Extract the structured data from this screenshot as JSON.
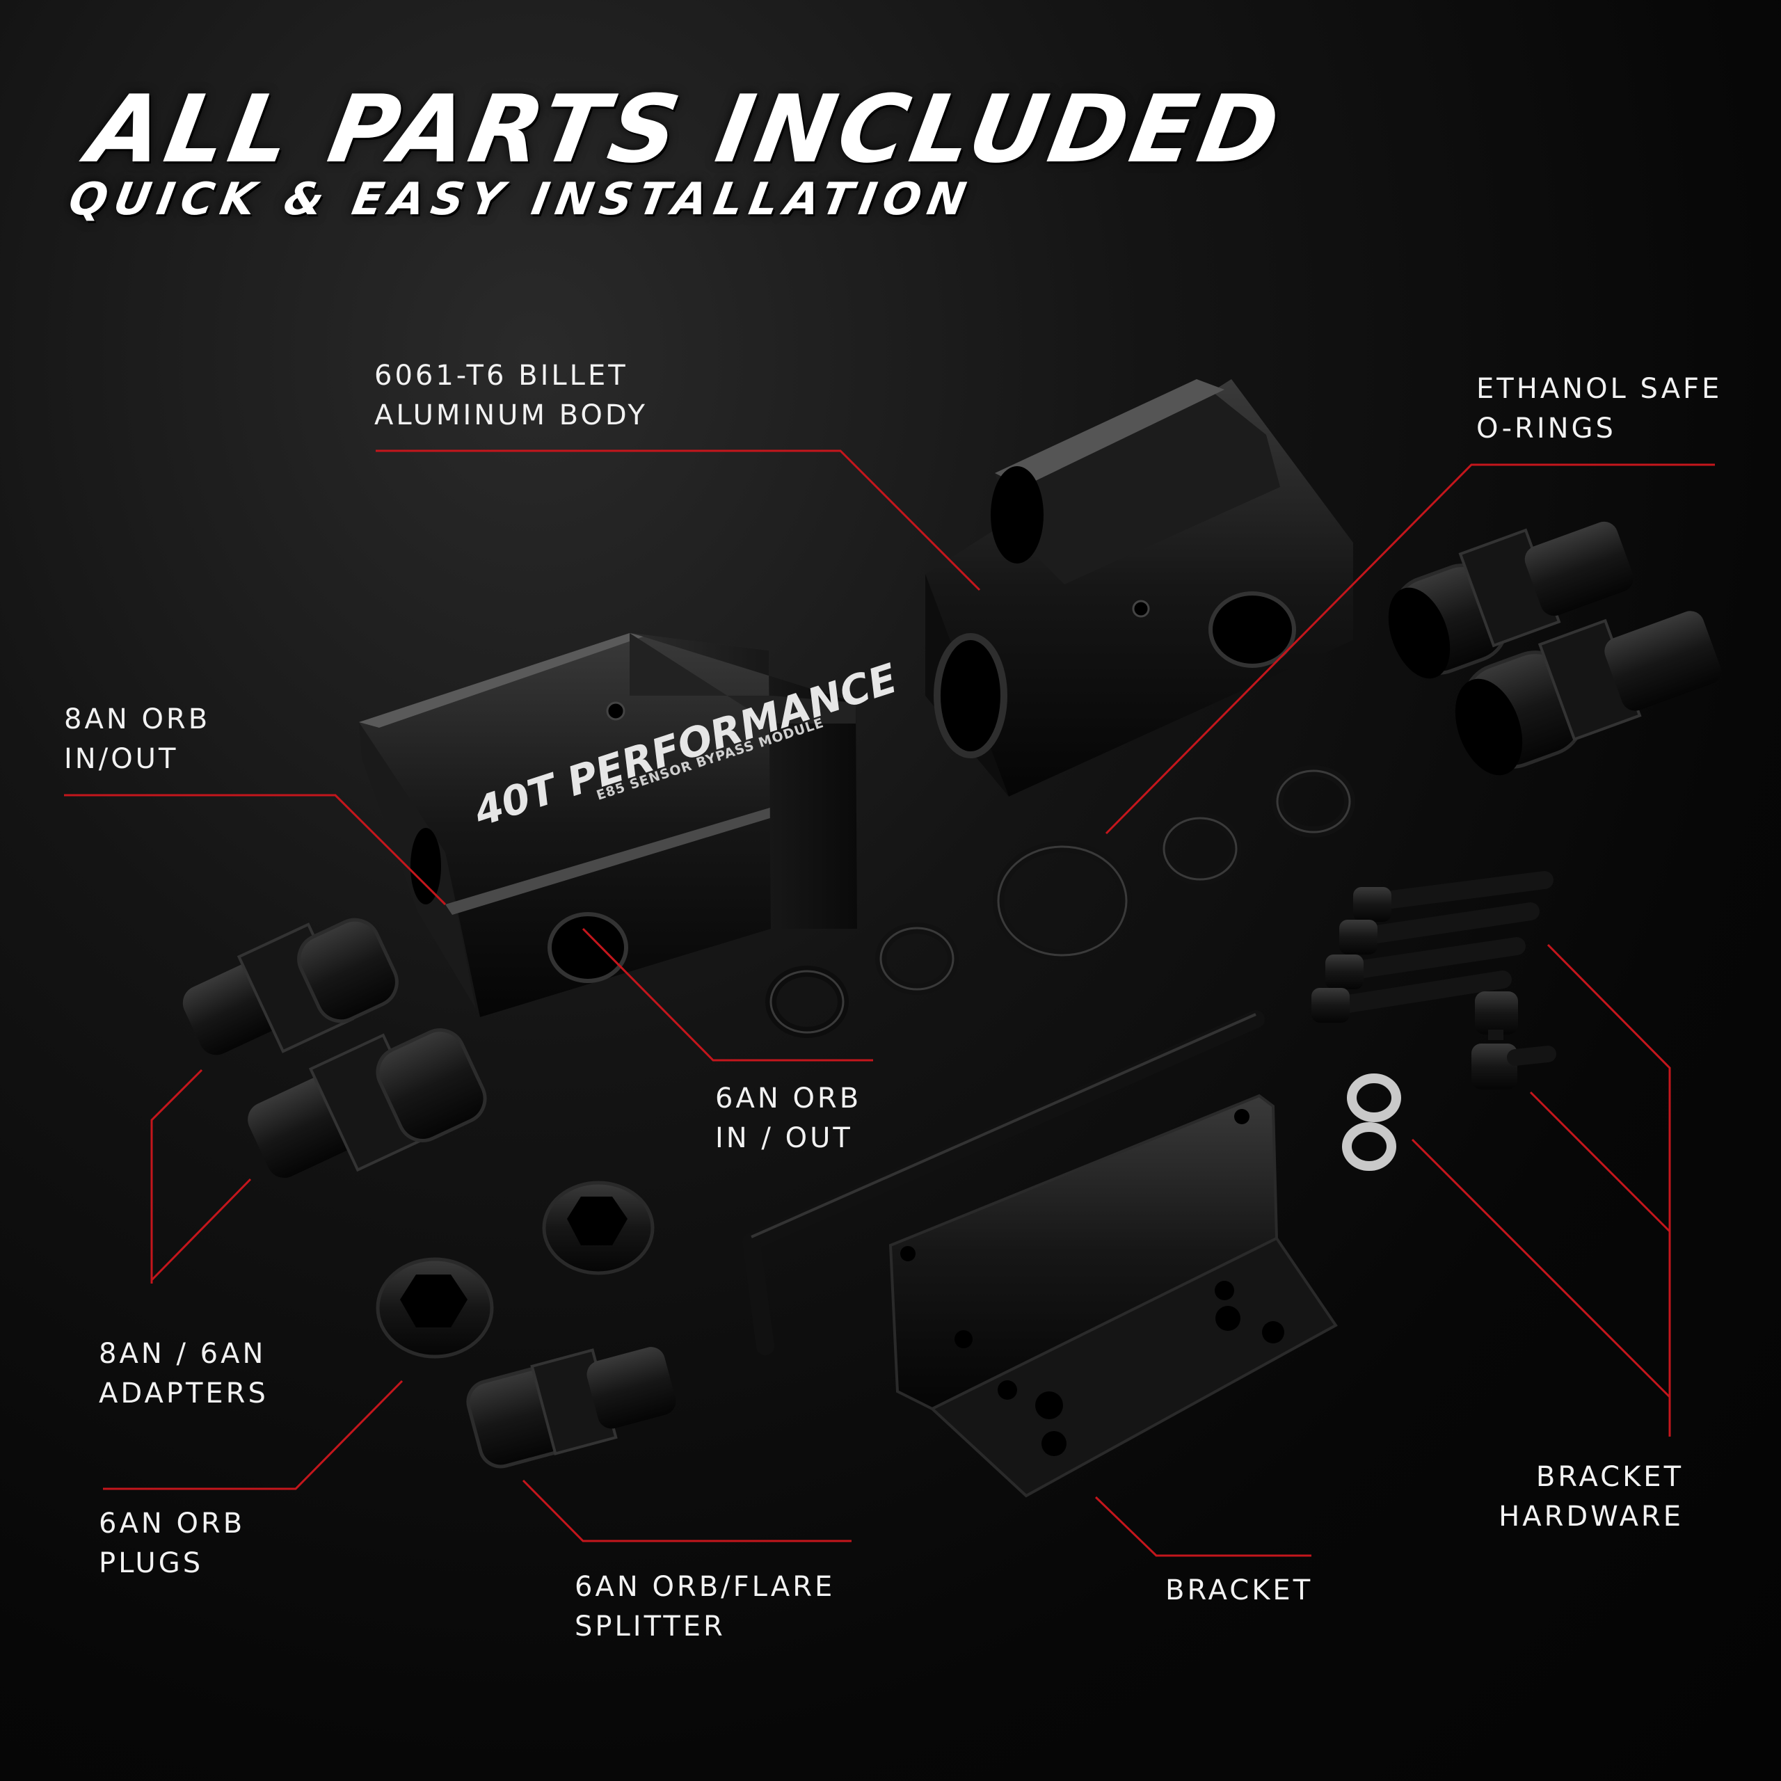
{
  "header": {
    "title": "ALL PARTS INCLUDED",
    "subtitle": "QUICK & EASY INSTALLATION"
  },
  "product": {
    "brand_logo": "40T PERFORMANCE",
    "engraving": "E85 SENSOR BYPASS MODULE"
  },
  "callouts": {
    "body": {
      "line1": "6061-T6 BILLET",
      "line2": "ALUMINUM BODY"
    },
    "orings": {
      "line1": "ETHANOL SAFE",
      "line2": "O-RINGS"
    },
    "orb8": {
      "line1": "8AN ORB",
      "line2": "IN/OUT"
    },
    "orb6": {
      "line1": "6AN ORB",
      "line2": "IN / OUT"
    },
    "adapters": {
      "line1": "8AN / 6AN",
      "line2": "ADAPTERS"
    },
    "plugs": {
      "line1": "6AN ORB",
      "line2": "PLUGS"
    },
    "splitter": {
      "line1": "6AN ORB/FLARE",
      "line2": "SPLITTER"
    },
    "bracket": {
      "line1": "BRACKET"
    },
    "hardware": {
      "line1": "BRACKET",
      "line2": "HARDWARE"
    }
  },
  "colors": {
    "accent_red": "#c4161c",
    "text_white": "#ffffff",
    "part_black": "#0b0b0b",
    "washer_silver": "#c9c9c9"
  }
}
